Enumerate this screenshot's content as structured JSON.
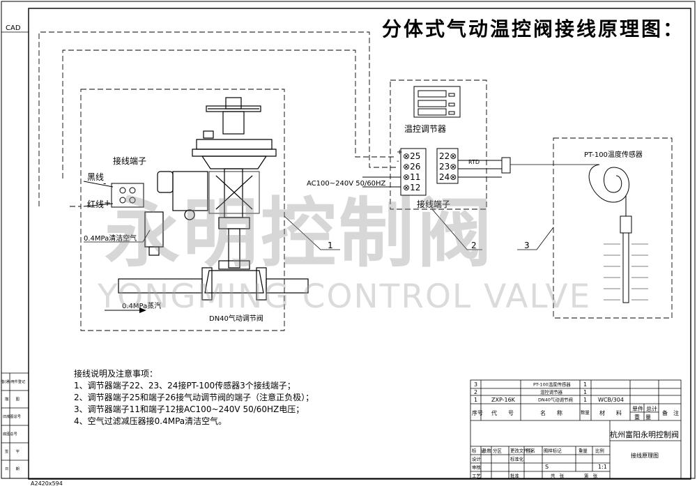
{
  "title": "分体式气动温控阀接线原理图：",
  "cad_label": "CAD",
  "sheet_size": "A2420x594",
  "left_strip": {
    "labels": [
      "借(通)用件登记",
      "描　　图",
      "旧底图总号",
      "底图总号",
      "签　　字",
      "日　　期"
    ]
  },
  "valve": {
    "terminal_block_title": "接线端子",
    "black_wire": "黑线",
    "red_wire": "红线",
    "minus": "-",
    "plus": "+",
    "air_supply": "0.4MPa清洁空气",
    "steam": "0.4MPa蒸汽",
    "name": "DN40气动调节阀",
    "callout": "1"
  },
  "controller": {
    "name": "温控调节器",
    "terminals_left": [
      "25",
      "26",
      "11",
      "12"
    ],
    "terminals_right": [
      "22",
      "23",
      "24"
    ],
    "plus": "+",
    "minus": "-",
    "rtd": "RTD",
    "power": "AC100~240V 50/60HZ",
    "terminal_block_title": "接线端子",
    "callout": "2"
  },
  "sensor": {
    "name": "PT-100温度传感器",
    "callout": "3"
  },
  "watermark": {
    "cn": "永明控制阀",
    "en": "YONGMING CONTROL VALVE"
  },
  "notes": {
    "heading": "接线说明及注意事项：",
    "items": [
      "1、调节器端子22、23、24接PT-100传感器3个接线端子；",
      "2、调节器端子25和端子26接气动调节阀的端子（注意正负极）；",
      "3、调节器端子11和端子12接AC100~240V 50/60HZ电压；",
      "4、空气过滤减压器接0.4MPa清洁空气。"
    ]
  },
  "bom": {
    "rows": [
      {
        "no": "3",
        "code": "",
        "name": "PT-100温度传感器",
        "qty": "1",
        "material": ""
      },
      {
        "no": "2",
        "code": "",
        "name": "温控调节器",
        "qty": "1",
        "material": ""
      },
      {
        "no": "1",
        "code": "ZXP-16K",
        "name": "DN40气动调节阀",
        "qty": "1",
        "material": "WCB/304"
      }
    ],
    "header": {
      "no": "序号",
      "code": "代　　号",
      "name": "名　　称",
      "qty": "数量",
      "material": "材　　料",
      "single": "单件",
      "total": "总计",
      "weight": "重　量",
      "remark": "备　注"
    }
  },
  "title_block": {
    "company": "杭州富阳永明控制阀",
    "drawing_name": "接线原理图",
    "mark": "标　记",
    "count": "处数",
    "zone": "分区",
    "change_doc": "更改文件号",
    "sign": "签名",
    "date": "年月日",
    "design": "设计",
    "standard": "标准化",
    "check": "审核",
    "process": "工艺",
    "approve": "批准",
    "stage_mark": "图样标记",
    "weight": "重量",
    "scale": "比例",
    "stage_value": "S",
    "scale_value": "1:1",
    "sheets_total": "共　张",
    "sheet_no": "第　张"
  }
}
